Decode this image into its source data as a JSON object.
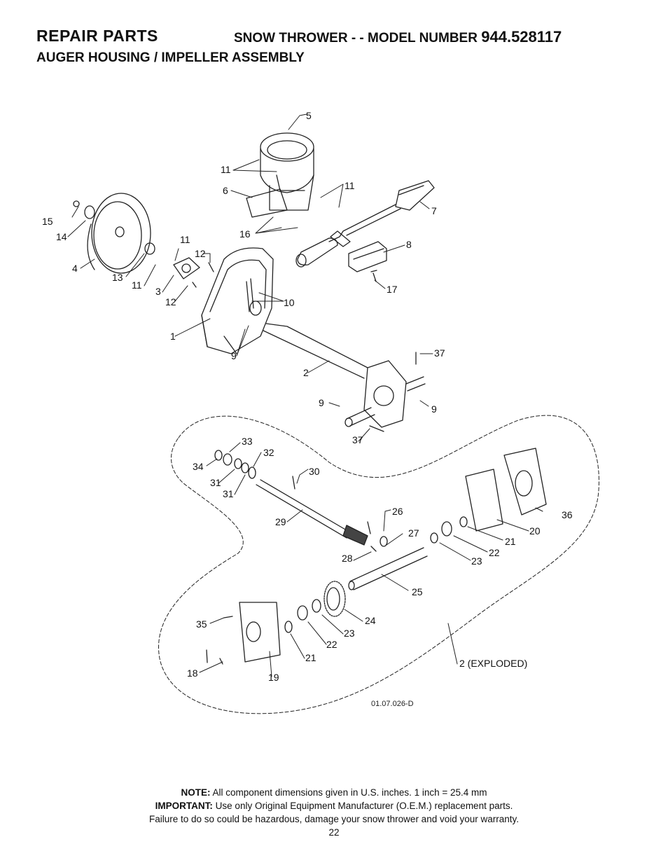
{
  "header": {
    "section": "REPAIR PARTS",
    "product_prefix": "SNOW THROWER - - MODEL NUMBER",
    "model_number": "944.528117",
    "subtitle": "AUGER HOUSING / IMPELLER ASSEMBLY"
  },
  "diagram": {
    "drawing_code": "01.07.026-D",
    "callouts": {
      "c5": "5",
      "c11a": "11",
      "c11b": "11",
      "c6": "6",
      "c7": "7",
      "c16": "16",
      "c15": "15",
      "c14": "14",
      "c4": "4",
      "c13": "13",
      "c11c": "11",
      "c11d": "11",
      "c12a": "12",
      "c3": "3",
      "c12b": "12",
      "c8": "8",
      "c17": "17",
      "c10": "10",
      "c1": "1",
      "c9a": "9",
      "c37a": "37",
      "c2": "2",
      "c9b": "9",
      "c9c": "9",
      "c37b": "37",
      "c33": "33",
      "c32": "32",
      "c34": "34",
      "c31a": "31",
      "c31b": "31",
      "c30": "30",
      "c29": "29",
      "c26": "26",
      "c27": "27",
      "c28": "28",
      "c25": "25",
      "c36": "36",
      "c20": "20",
      "c21a": "21",
      "c22a": "22",
      "c23a": "23",
      "c24": "24",
      "c23b": "23",
      "c22b": "22",
      "c21b": "21",
      "c35": "35",
      "c18": "18",
      "c19": "19",
      "c2exp": "2 (EXPLODED)"
    }
  },
  "footer": {
    "note_label": "NOTE:",
    "note_text": "All component dimensions given in U.S. inches.    1 inch = 25.4 mm",
    "important_label": "IMPORTANT:",
    "important_text": "Use only Original Equipment Manufacturer (O.E.M.) replacement parts.",
    "warning_text": "Failure to do so could be hazardous, damage your snow thrower and void your warranty.",
    "page_number": "22"
  }
}
